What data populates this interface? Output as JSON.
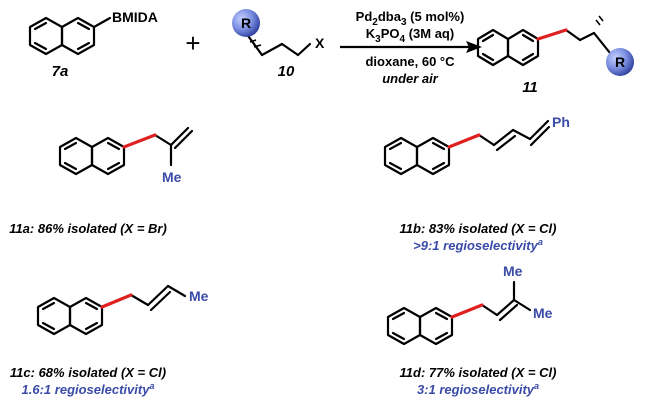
{
  "colors": {
    "bond": "#000000",
    "new_bond": "#e02020",
    "substituent": "#3a4ba8",
    "r_sphere_light": "#9fb0f0",
    "r_sphere_dark": "#2d3f9e"
  },
  "reaction": {
    "reagent1": {
      "id": "7a",
      "group": "BMIDA"
    },
    "plus": "+",
    "reagent2": {
      "id": "10",
      "r_label": "R",
      "x_label": "X"
    },
    "conditions": {
      "catalyst": {
        "a": "Pd",
        "a_sub": "2",
        "b": "dba",
        "b_sub": "3",
        "c": " (5 mol%)"
      },
      "base": {
        "a": "K",
        "a_sub": "3",
        "b": "PO",
        "b_sub": "4",
        "c": " (3M aq)"
      },
      "solvent": "dioxane, 60 °C",
      "atmosphere": "under air"
    },
    "product": {
      "id": "11",
      "r_label": "R"
    }
  },
  "products": [
    {
      "id": "11a",
      "substituent": "Me",
      "caption": "11a: 86% isolated (X = Br)",
      "selectivity": null
    },
    {
      "id": "11b",
      "substituent": "Ph",
      "caption": "11b: 83% isolated (X = Cl)",
      "selectivity": {
        "text": ">9:1 regioselectivity",
        "sup": "a"
      }
    },
    {
      "id": "11c",
      "substituent": "Me",
      "caption": "11c: 68% isolated (X = Cl)",
      "selectivity": {
        "text": "1.6:1 regioselectivity",
        "sup": "a"
      }
    },
    {
      "id": "11d",
      "substituents": [
        "Me",
        "Me"
      ],
      "caption": "11d: 77% isolated (X = Cl)",
      "selectivity": {
        "text": "3:1 regioselectivity",
        "sup": "a"
      }
    }
  ]
}
